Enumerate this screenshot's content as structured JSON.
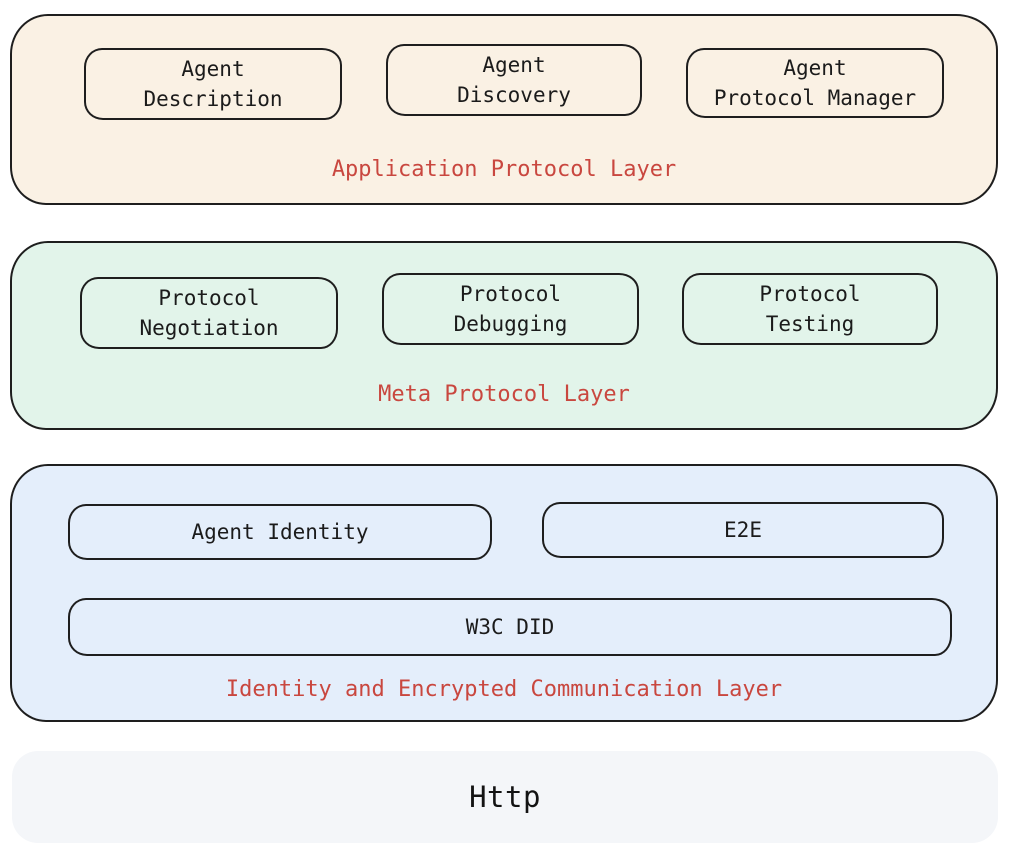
{
  "colors": {
    "border": "#1e1e1e",
    "label_red": "#c9473f",
    "text_dark": "#1b1b1b",
    "layer1_bg": "#faf1e4",
    "layer2_bg": "#e2f4ea",
    "layer3_bg": "#e4eefb",
    "layer4_bg": "#f4f6f9"
  },
  "layers": [
    {
      "label": "Application Protocol Layer",
      "boxes": [
        {
          "label": "Agent\nDescription"
        },
        {
          "label": "Agent\nDiscovery"
        },
        {
          "label": "Agent\nProtocol Manager"
        }
      ]
    },
    {
      "label": "Meta Protocol Layer",
      "boxes": [
        {
          "label": "Protocol\nNegotiation"
        },
        {
          "label": "Protocol\nDebugging"
        },
        {
          "label": "Protocol\nTesting"
        }
      ]
    },
    {
      "label": "Identity and Encrypted Communication Layer",
      "boxes": [
        {
          "label": "Agent Identity"
        },
        {
          "label": "E2E"
        },
        {
          "label": "W3C DID"
        }
      ]
    },
    {
      "label": "Http"
    }
  ]
}
